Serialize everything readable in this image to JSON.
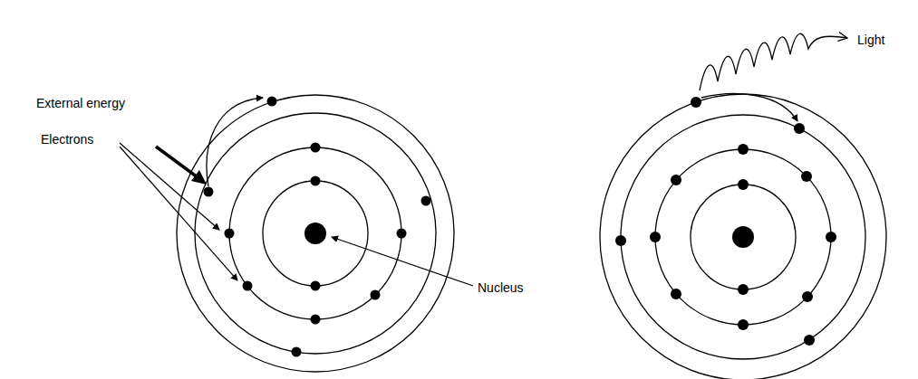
{
  "diagram": {
    "labels": [
      "External energy",
      "Electrons",
      "Nucleus",
      "Light"
    ]
  }
}
